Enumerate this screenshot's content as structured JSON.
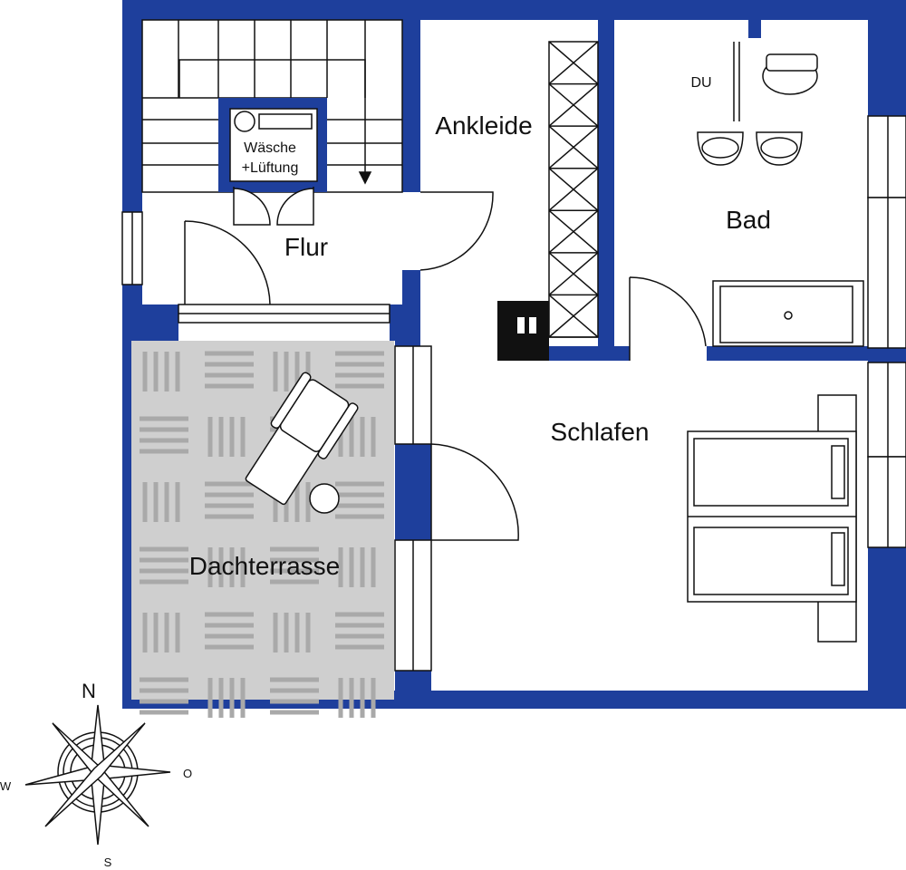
{
  "colors": {
    "wall": "#1e3f9c",
    "terrace": "#cfcfcf",
    "terrace_pattern": "#a9a9a9",
    "line": "#111111",
    "chimney": "#111111",
    "background": "#ffffff"
  },
  "rooms": {
    "flur": "Flur",
    "ankleide": "Ankleide",
    "bad": "Bad",
    "schlafen": "Schlafen",
    "dachterrasse": "Dachterrasse"
  },
  "fixtures": {
    "waesche_line1": "Wäsche",
    "waesche_line2": "+Lüftung",
    "shower": "DU"
  },
  "compass": {
    "north": "N",
    "east": "O",
    "south": "S",
    "west": "W"
  },
  "icons": [
    "compass-rose-icon",
    "stairs-icon",
    "toilet-icon",
    "sink-icon",
    "bathtub-icon",
    "bed-icon",
    "lounge-chair-icon",
    "chimney-icon",
    "wardrobe-icon"
  ]
}
